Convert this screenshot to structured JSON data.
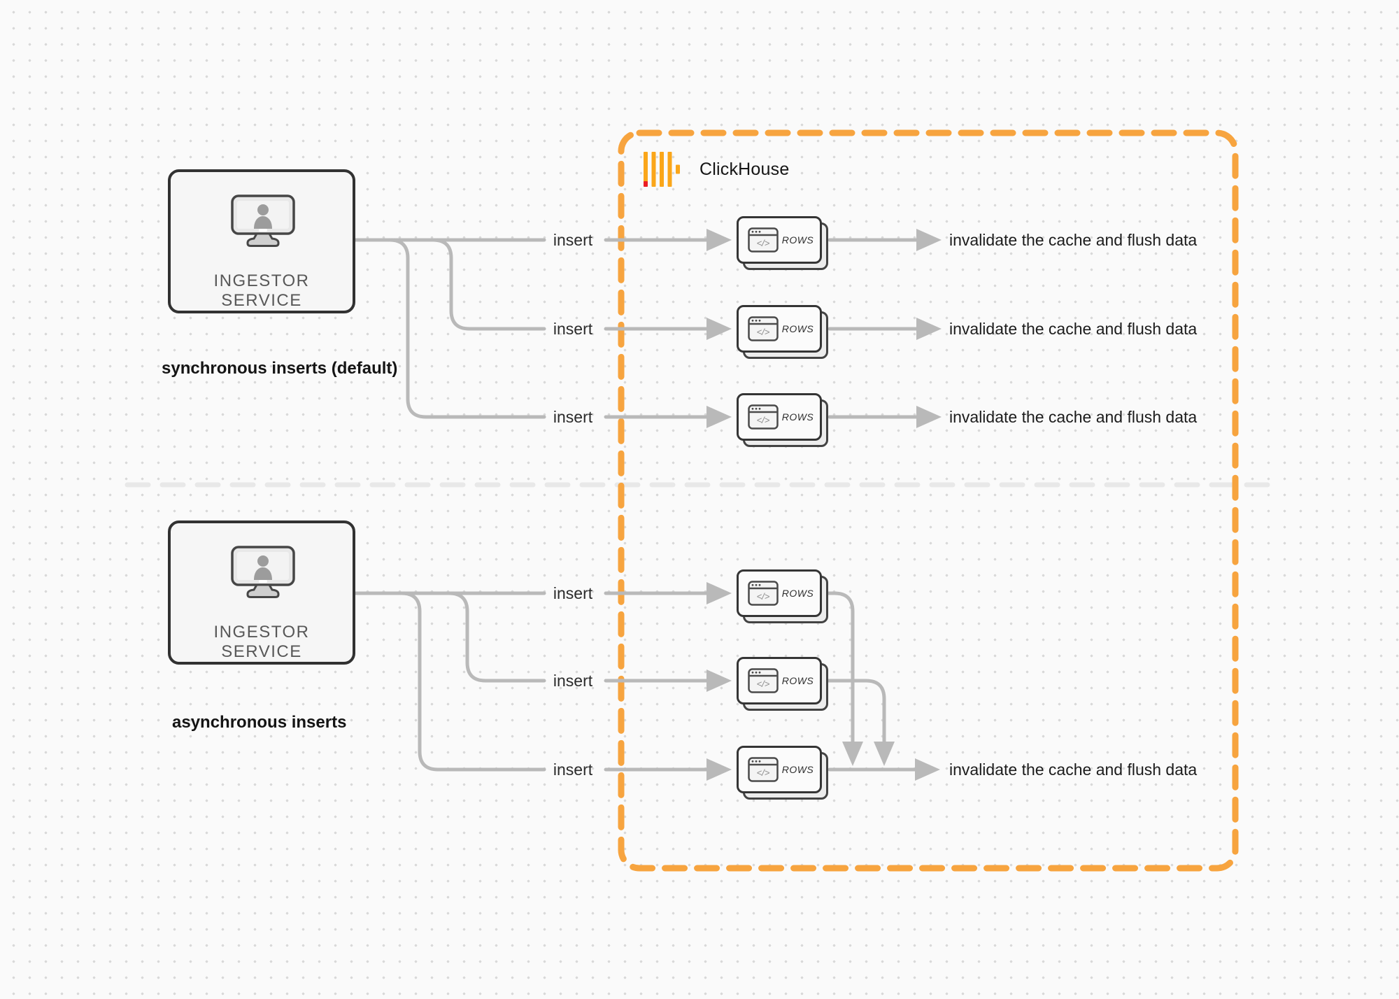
{
  "colors": {
    "background": "#fafafa",
    "dot_grid": "#d9d9d9",
    "accent_orange": "#F7A43F",
    "logo_yellow": "#FAA61A",
    "logo_red": "#EB1E25",
    "connector_gray": "#b9b9b9",
    "divider_gray": "#e8e8e8",
    "box_border_dark": "#323232"
  },
  "icons": {
    "clickhouse_logo": "clickhouse-bars-logo",
    "ingestor": "monitor-user-icon",
    "rows_card": "code-window-icon",
    "code_glyph": "</>"
  },
  "clickhouse_zone": {
    "label": "ClickHouse"
  },
  "sync_section": {
    "service_label": "INGESTOR SERVICE",
    "caption": "synchronous inserts (default)",
    "rows": [
      {
        "insert_label": "insert",
        "card_label": "ROWS",
        "result_label": "invalidate the cache and flush data"
      },
      {
        "insert_label": "insert",
        "card_label": "ROWS",
        "result_label": "invalidate the cache and flush data"
      },
      {
        "insert_label": "insert",
        "card_label": "ROWS",
        "result_label": "invalidate the cache and flush data"
      }
    ]
  },
  "async_section": {
    "service_label": "INGESTOR SERVICE",
    "caption": "asynchronous inserts",
    "rows": [
      {
        "insert_label": "insert",
        "card_label": "ROWS"
      },
      {
        "insert_label": "insert",
        "card_label": "ROWS"
      },
      {
        "insert_label": "insert",
        "card_label": "ROWS"
      }
    ],
    "result_label": "invalidate the cache and flush data"
  }
}
